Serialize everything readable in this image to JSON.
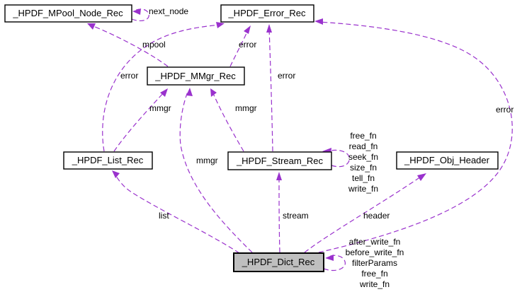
{
  "colors": {
    "edge": "#9a32cd",
    "node_border": "#000000",
    "node_fill": "#ffffff",
    "highlight_fill": "#bfbfbf",
    "text": "#000000",
    "background": "#ffffff"
  },
  "diagram_type": "doxygen-collaboration-graph",
  "nodes": {
    "mpool_node": {
      "label": "_HPDF_MPool_Node_Rec",
      "highlighted": false
    },
    "error": {
      "label": "_HPDF_Error_Rec",
      "highlighted": false
    },
    "mmgr": {
      "label": "_HPDF_MMgr_Rec",
      "highlighted": false
    },
    "list": {
      "label": "_HPDF_List_Rec",
      "highlighted": false
    },
    "stream": {
      "label": "_HPDF_Stream_Rec",
      "highlighted": false
    },
    "obj_header": {
      "label": "_HPDF_Obj_Header",
      "highlighted": false
    },
    "dict": {
      "label": "_HPDF_Dict_Rec",
      "highlighted": true
    }
  },
  "edges": {
    "next_node": {
      "from": "mpool_node",
      "to": "mpool_node",
      "label": "next_node"
    },
    "mpool": {
      "from": "mmgr",
      "to": "mpool_node",
      "label": "mpool"
    },
    "error_from_mmgr": {
      "from": "mmgr",
      "to": "error",
      "label": "error"
    },
    "error_from_list": {
      "from": "list",
      "to": "error",
      "label": "error"
    },
    "error_from_stream": {
      "from": "stream",
      "to": "error",
      "label": "error"
    },
    "error_from_dict": {
      "from": "dict",
      "to": "error",
      "label": "error"
    },
    "mmgr_from_list": {
      "from": "list",
      "to": "mmgr",
      "label": "mmgr"
    },
    "mmgr_from_stream": {
      "from": "stream",
      "to": "mmgr",
      "label": "mmgr"
    },
    "mmgr_from_dict": {
      "from": "dict",
      "to": "mmgr",
      "label": "mmgr"
    },
    "stream_self": {
      "from": "stream",
      "to": "stream",
      "labels": [
        "free_fn",
        "read_fn",
        "seek_fn",
        "size_fn",
        "tell_fn",
        "write_fn"
      ]
    },
    "list_from_dict": {
      "from": "dict",
      "to": "list",
      "label": "list"
    },
    "stream_from_dict": {
      "from": "dict",
      "to": "stream",
      "label": "stream"
    },
    "header_from_dict": {
      "from": "dict",
      "to": "obj_header",
      "label": "header"
    },
    "dict_self": {
      "from": "dict",
      "to": "dict",
      "labels": [
        "after_write_fn",
        "before_write_fn",
        "filterParams",
        "free_fn",
        "write_fn"
      ]
    }
  }
}
